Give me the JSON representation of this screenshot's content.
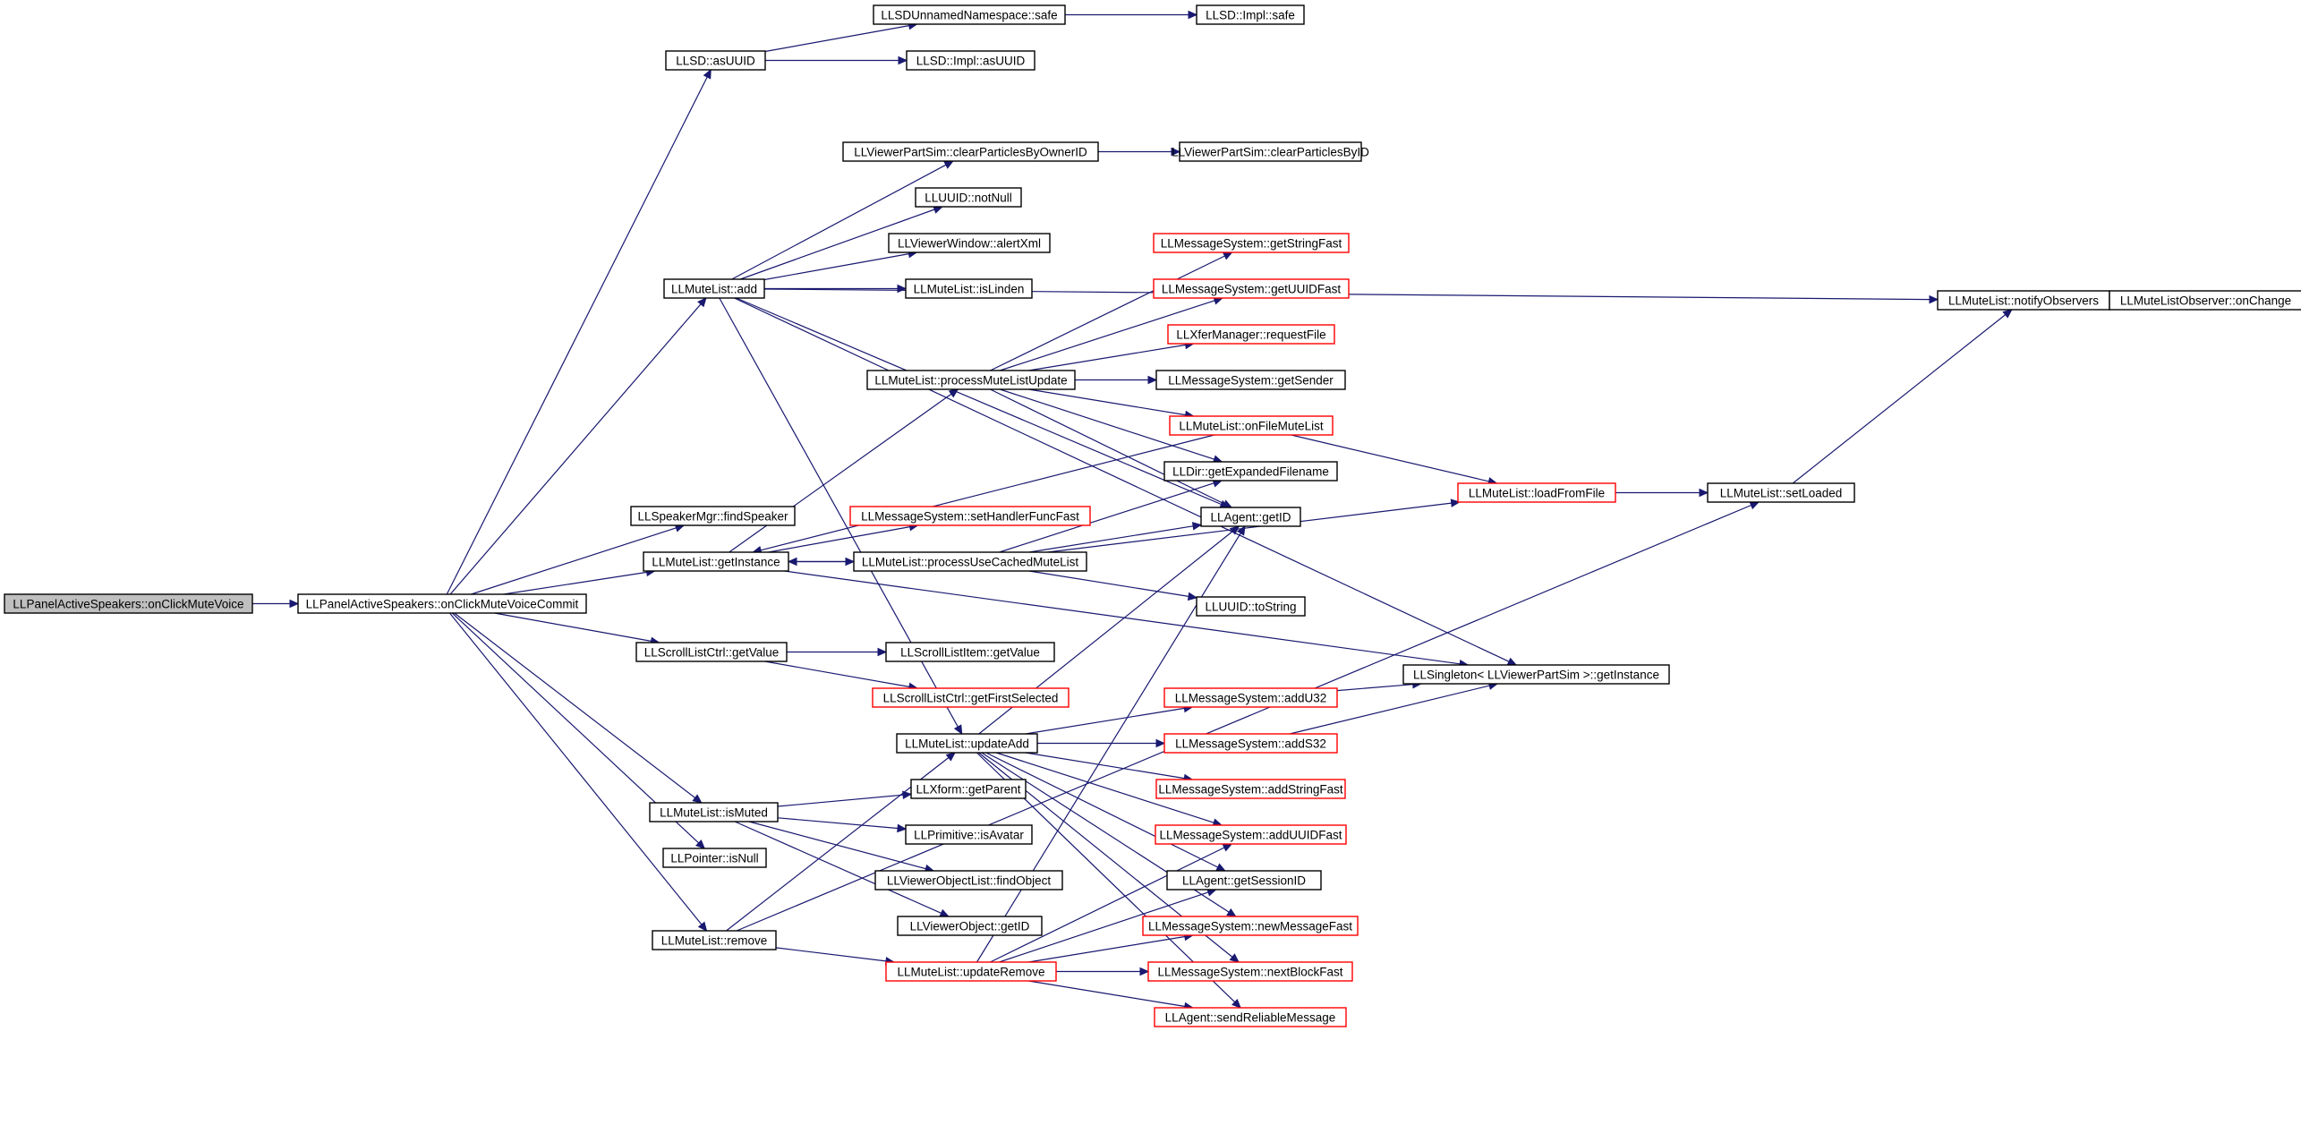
{
  "colors": {
    "edge": "#191970",
    "normal_border": "#000000",
    "truncated_border": "#ff0000",
    "root_fill": "#bfbfbf",
    "node_fill": "#ffffff"
  },
  "nodes": [
    {
      "id": "root",
      "label": "LLPanelActiveSpeakers::onClickMuteVoice",
      "style": "root"
    },
    {
      "id": "commit",
      "label": "LLPanelActiveSpeakers::onClickMuteVoiceCommit",
      "style": "normal"
    },
    {
      "id": "asUUID",
      "label": "LLSD::asUUID",
      "style": "normal"
    },
    {
      "id": "unnSafe",
      "label": "LLSDUnnamedNamespace::safe",
      "style": "normal"
    },
    {
      "id": "implSafe",
      "label": "LLSD::Impl::safe",
      "style": "normal"
    },
    {
      "id": "implAsUUID",
      "label": "LLSD::Impl::asUUID",
      "style": "normal"
    },
    {
      "id": "mlAdd",
      "label": "LLMuteList::add",
      "style": "normal"
    },
    {
      "id": "clearOwner",
      "label": "LLViewerPartSim::clearParticlesByOwnerID",
      "style": "normal"
    },
    {
      "id": "clearID",
      "label": "LLViewerPartSim::clearParticlesByID",
      "style": "normal"
    },
    {
      "id": "notNull",
      "label": "LLUUID::notNull",
      "style": "normal"
    },
    {
      "id": "alertXml",
      "label": "LLViewerWindow::alertXml",
      "style": "normal"
    },
    {
      "id": "isLinden",
      "label": "LLMuteList::isLinden",
      "style": "normal"
    },
    {
      "id": "getStringFast",
      "label": "LLMessageSystem::getStringFast",
      "style": "truncated"
    },
    {
      "id": "getUUIDFast",
      "label": "LLMessageSystem::getUUIDFast",
      "style": "truncated"
    },
    {
      "id": "requestFile",
      "label": "LLXferManager::requestFile",
      "style": "truncated"
    },
    {
      "id": "getSender",
      "label": "LLMessageSystem::getSender",
      "style": "normal"
    },
    {
      "id": "procUpdate",
      "label": "LLMuteList::processMuteListUpdate",
      "style": "normal"
    },
    {
      "id": "onFileMuteList",
      "label": "LLMuteList::onFileMuteList",
      "style": "truncated"
    },
    {
      "id": "expandedFilename",
      "label": "LLDir::getExpandedFilename",
      "style": "normal"
    },
    {
      "id": "findSpeaker",
      "label": "LLSpeakerMgr::findSpeaker",
      "style": "normal"
    },
    {
      "id": "setHandler",
      "label": "LLMessageSystem::setHandlerFuncFast",
      "style": "truncated"
    },
    {
      "id": "agentGetID",
      "label": "LLAgent::getID",
      "style": "normal"
    },
    {
      "id": "mlGetInstance",
      "label": "LLMuteList::getInstance",
      "style": "normal"
    },
    {
      "id": "procCached",
      "label": "LLMuteList::processUseCachedMuteList",
      "style": "normal"
    },
    {
      "id": "loadFromFile",
      "label": "LLMuteList::loadFromFile",
      "style": "truncated"
    },
    {
      "id": "setLoaded",
      "label": "LLMuteList::setLoaded",
      "style": "normal"
    },
    {
      "id": "notifyObservers",
      "label": "LLMuteList::notifyObservers",
      "style": "normal"
    },
    {
      "id": "onChange",
      "label": "LLMuteListObserver::onChange",
      "style": "normal"
    },
    {
      "id": "toString",
      "label": "LLUUID::toString",
      "style": "normal"
    },
    {
      "id": "sclGetValue",
      "label": "LLScrollListCtrl::getValue",
      "style": "normal"
    },
    {
      "id": "sliGetValue",
      "label": "LLScrollListItem::getValue",
      "style": "normal"
    },
    {
      "id": "firstSelected",
      "label": "LLScrollListCtrl::getFirstSelected",
      "style": "truncated"
    },
    {
      "id": "singleton",
      "label": "LLSingleton< LLViewerPartSim >::getInstance",
      "style": "normal"
    },
    {
      "id": "addU32",
      "label": "LLMessageSystem::addU32",
      "style": "truncated"
    },
    {
      "id": "addS32",
      "label": "LLMessageSystem::addS32",
      "style": "truncated"
    },
    {
      "id": "updateAdd",
      "label": "LLMuteList::updateAdd",
      "style": "normal"
    },
    {
      "id": "addStringFast",
      "label": "LLMessageSystem::addStringFast",
      "style": "truncated"
    },
    {
      "id": "addUUIDFast",
      "label": "LLMessageSystem::addUUIDFast",
      "style": "truncated"
    },
    {
      "id": "isMuted",
      "label": "LLMuteList::isMuted",
      "style": "normal"
    },
    {
      "id": "getParent",
      "label": "LLXform::getParent",
      "style": "normal"
    },
    {
      "id": "isAvatar",
      "label": "LLPrimitive::isAvatar",
      "style": "normal"
    },
    {
      "id": "isNull",
      "label": "LLPointer::isNull",
      "style": "normal"
    },
    {
      "id": "findObject",
      "label": "LLViewerObjectList::findObject",
      "style": "normal"
    },
    {
      "id": "getSessionID",
      "label": "LLAgent::getSessionID",
      "style": "normal"
    },
    {
      "id": "voGetID",
      "label": "LLViewerObject::getID",
      "style": "normal"
    },
    {
      "id": "newMessageFast",
      "label": "LLMessageSystem::newMessageFast",
      "style": "truncated"
    },
    {
      "id": "remove",
      "label": "LLMuteList::remove",
      "style": "normal"
    },
    {
      "id": "updateRemove",
      "label": "LLMuteList::updateRemove",
      "style": "truncated"
    },
    {
      "id": "nextBlockFast",
      "label": "LLMessageSystem::nextBlockFast",
      "style": "truncated"
    },
    {
      "id": "sendReliable",
      "label": "LLAgent::sendReliableMessage",
      "style": "truncated"
    }
  ],
  "edges": [
    [
      "root",
      "commit"
    ],
    [
      "commit",
      "asUUID"
    ],
    [
      "commit",
      "mlAdd"
    ],
    [
      "commit",
      "findSpeaker"
    ],
    [
      "commit",
      "mlGetInstance"
    ],
    [
      "commit",
      "sclGetValue"
    ],
    [
      "commit",
      "isMuted"
    ],
    [
      "commit",
      "isNull"
    ],
    [
      "commit",
      "remove"
    ],
    [
      "asUUID",
      "unnSafe"
    ],
    [
      "asUUID",
      "implAsUUID"
    ],
    [
      "unnSafe",
      "implSafe"
    ],
    [
      "mlAdd",
      "clearOwner"
    ],
    [
      "mlAdd",
      "notNull"
    ],
    [
      "mlAdd",
      "alertXml"
    ],
    [
      "mlAdd",
      "isLinden"
    ],
    [
      "mlAdd",
      "notifyObservers"
    ],
    [
      "mlAdd",
      "singleton"
    ],
    [
      "mlAdd",
      "agentGetID"
    ],
    [
      "mlAdd",
      "updateAdd"
    ],
    [
      "clearOwner",
      "clearID"
    ],
    [
      "procUpdate",
      "getStringFast"
    ],
    [
      "procUpdate",
      "getUUIDFast"
    ],
    [
      "procUpdate",
      "requestFile"
    ],
    [
      "procUpdate",
      "getSender"
    ],
    [
      "procUpdate",
      "onFileMuteList"
    ],
    [
      "procUpdate",
      "expandedFilename"
    ],
    [
      "procUpdate",
      "agentGetID"
    ],
    [
      "onFileMuteList",
      "mlGetInstance"
    ],
    [
      "onFileMuteList",
      "loadFromFile"
    ],
    [
      "mlGetInstance",
      "procUpdate"
    ],
    [
      "mlGetInstance",
      "setHandler"
    ],
    [
      "mlGetInstance",
      "procCached"
    ],
    [
      "mlGetInstance",
      "singleton"
    ],
    [
      "procCached",
      "mlGetInstance"
    ],
    [
      "procCached",
      "expandedFilename"
    ],
    [
      "procCached",
      "agentGetID"
    ],
    [
      "procCached",
      "toString"
    ],
    [
      "procCached",
      "loadFromFile"
    ],
    [
      "loadFromFile",
      "setLoaded"
    ],
    [
      "setLoaded",
      "notifyObservers"
    ],
    [
      "notifyObservers",
      "onChange"
    ],
    [
      "sclGetValue",
      "sliGetValue"
    ],
    [
      "sclGetValue",
      "firstSelected"
    ],
    [
      "addU32",
      "singleton"
    ],
    [
      "addS32",
      "singleton"
    ],
    [
      "updateAdd",
      "addU32"
    ],
    [
      "updateAdd",
      "addS32"
    ],
    [
      "updateAdd",
      "addStringFast"
    ],
    [
      "updateAdd",
      "addUUIDFast"
    ],
    [
      "updateAdd",
      "getSessionID"
    ],
    [
      "updateAdd",
      "agentGetID"
    ],
    [
      "updateAdd",
      "newMessageFast"
    ],
    [
      "updateAdd",
      "nextBlockFast"
    ],
    [
      "updateAdd",
      "sendReliable"
    ],
    [
      "isMuted",
      "getParent"
    ],
    [
      "isMuted",
      "isAvatar"
    ],
    [
      "isMuted",
      "findObject"
    ],
    [
      "isMuted",
      "voGetID"
    ],
    [
      "remove",
      "updateAdd"
    ],
    [
      "remove",
      "updateRemove"
    ],
    [
      "remove",
      "setLoaded"
    ],
    [
      "updateRemove",
      "addUUIDFast"
    ],
    [
      "updateRemove",
      "getSessionID"
    ],
    [
      "updateRemove",
      "agentGetID"
    ],
    [
      "updateRemove",
      "newMessageFast"
    ],
    [
      "updateRemove",
      "nextBlockFast"
    ],
    [
      "updateRemove",
      "sendReliable"
    ]
  ]
}
